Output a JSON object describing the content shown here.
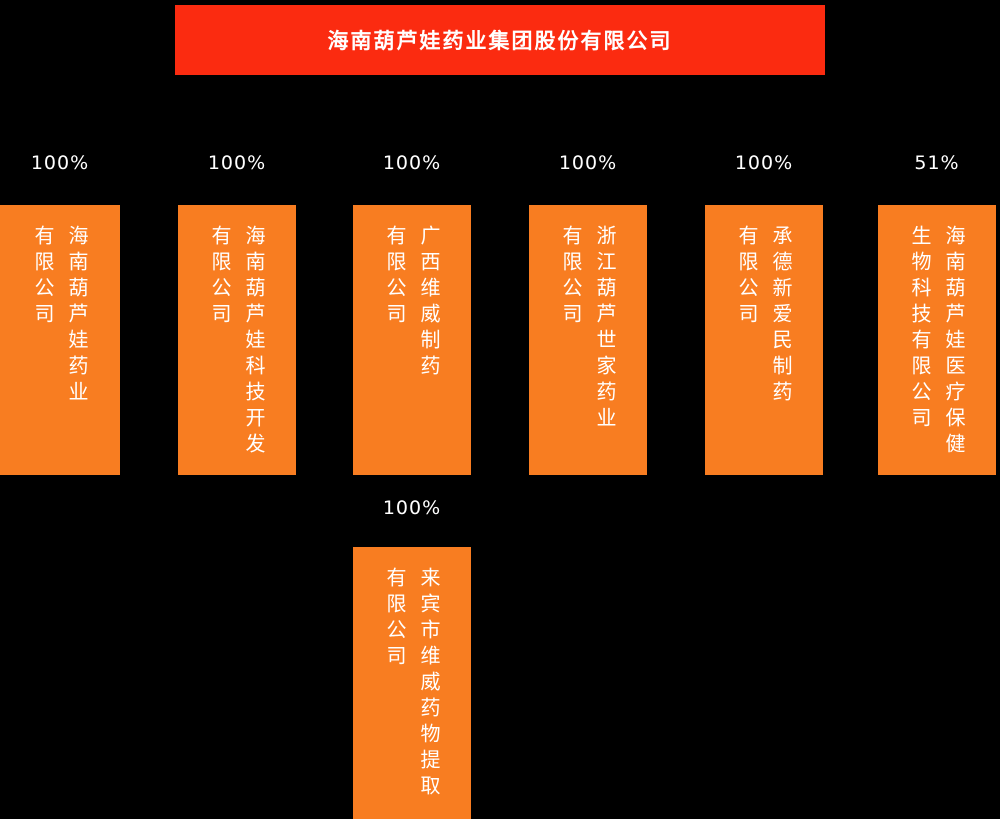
{
  "colors": {
    "background": "#000000",
    "root_box": "#FB2B10",
    "subsidiary_box": "#F87D21",
    "text": "#FFFFFF"
  },
  "root_company": {
    "name": "海南葫芦娃药业集团股份有限公司"
  },
  "subsidiaries": [
    {
      "ownership": "100%",
      "line1": "海南葫芦娃药业",
      "line2": "有限公司"
    },
    {
      "ownership": "100%",
      "line1": "海南葫芦娃科技开发",
      "line2": "有限公司"
    },
    {
      "ownership": "100%",
      "line1": "广西维威制药",
      "line2": "有限公司"
    },
    {
      "ownership": "100%",
      "line1": "浙江葫芦世家药业",
      "line2": "有限公司"
    },
    {
      "ownership": "100%",
      "line1": "承德新爱民制药",
      "line2": "有限公司"
    },
    {
      "ownership": "51%",
      "line1": "海南葫芦娃医疗保健",
      "line2": "生物科技有限公司"
    }
  ],
  "second_level": [
    {
      "ownership": "100%",
      "line1": "来宾市维威药物提取",
      "line2": "有限公司"
    }
  ]
}
